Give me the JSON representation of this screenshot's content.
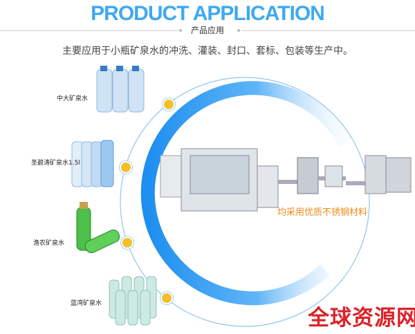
{
  "header": {
    "title": "PRODUCT APPLICATION",
    "subtitle": "产品应用"
  },
  "description": "主要应用于小瓶矿泉水的冲洗、灌装、封口、套标、包装等生产中。",
  "products": [
    {
      "label": "中大矿泉水"
    },
    {
      "label": "圣碧涛矿泉水1.5l"
    },
    {
      "label": "渔农矿泉水"
    },
    {
      "label": "蓝湾矿泉水"
    }
  ],
  "machine_caption": "均采用优质不锈钢材料",
  "watermark": "全球资源网",
  "colors": {
    "accent": "#3fa9f0",
    "dot": "#f5bf2a",
    "caption": "#ef8a1a",
    "watermark": "#d9232a"
  }
}
